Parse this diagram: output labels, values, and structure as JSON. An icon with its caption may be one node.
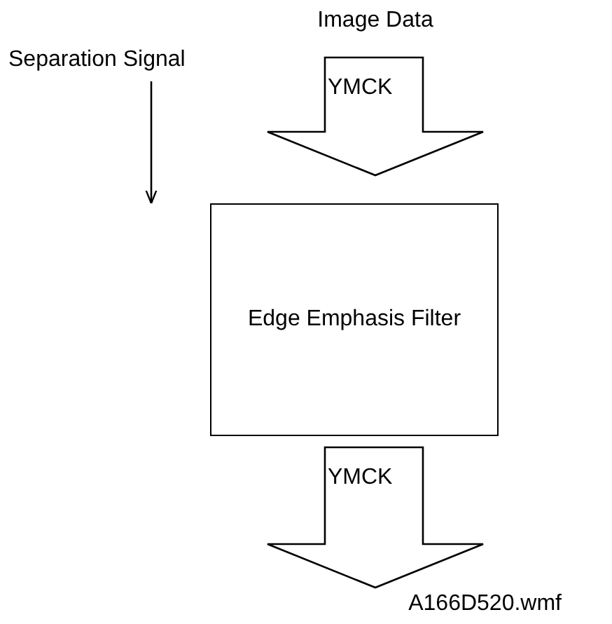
{
  "diagram": {
    "nodes": [
      {
        "text": [
          "Separation Signal"
        ]
      },
      {
        "text": [
          "YMCK"
        ],
        "beside": [
          "Image Data"
        ]
      },
      {
        "text": [
          "Edge Emphasis Filter"
        ]
      },
      {
        "text": [
          "YMCK"
        ]
      }
    ],
    "edges": [
      {
        "from": 0,
        "to": 2,
        "arrow": "to"
      }
    ],
    "labels": [
      "A166D520.wmf"
    ]
  }
}
